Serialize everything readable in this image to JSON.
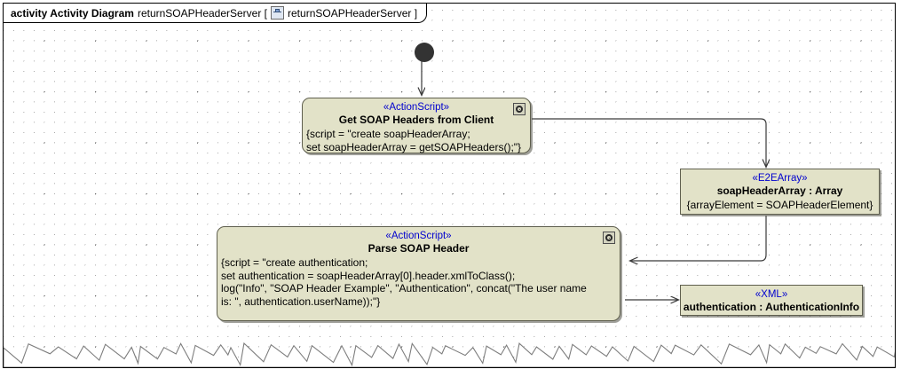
{
  "frame": {
    "keyword": "activity Activity Diagram",
    "name": "returnSOAPHeaderServer [",
    "icon": "activity-diagram-icon",
    "qualified_name": "returnSOAPHeaderServer ]"
  },
  "nodes": {
    "initial": {
      "name": "initial-node"
    },
    "get_headers": {
      "stereotype": "«ActionScript»",
      "name": "Get SOAP Headers from Client",
      "body": "{script = \"create soapHeaderArray;\nset soapHeaderArray = getSOAPHeaders();\"}",
      "behavior_icon": "behavior-icon"
    },
    "parse_header": {
      "stereotype": "«ActionScript»",
      "name": "Parse SOAP Header",
      "body": "{script = \"create authentication;\nset authentication = soapHeaderArray[0].header.xmlToClass();\nlog(\"Info\", \"SOAP Header Example\", \"Authentication\", concat(\"The user name\nis: \", authentication.userName));\"}",
      "behavior_icon": "behavior-icon"
    },
    "soap_header_array": {
      "stereotype": "«E2EArray»",
      "name": "soapHeaderArray : Array",
      "body": "{arrayElement = SOAPHeaderElement}"
    },
    "authentication": {
      "stereotype": "«XML»",
      "name": "authentication : AuthenticationInfo",
      "body": ""
    }
  },
  "colors": {
    "node_fill": "#e2e2c8",
    "node_border": "#5f5f4e",
    "stereotype_text": "#0000cf",
    "initial_node": "#333333",
    "frame_border": "#000000",
    "grid_dot": "#8d8d8d"
  },
  "edges": [
    {
      "name": "initial-to-get-headers",
      "from": "initial",
      "to": "get_headers"
    },
    {
      "name": "get-headers-to-array",
      "from": "get_headers",
      "to": "soap_header_array"
    },
    {
      "name": "array-to-parse-header",
      "from": "soap_header_array",
      "to": "parse_header"
    },
    {
      "name": "parse-header-to-authentication",
      "from": "parse_header",
      "to": "authentication"
    }
  ]
}
